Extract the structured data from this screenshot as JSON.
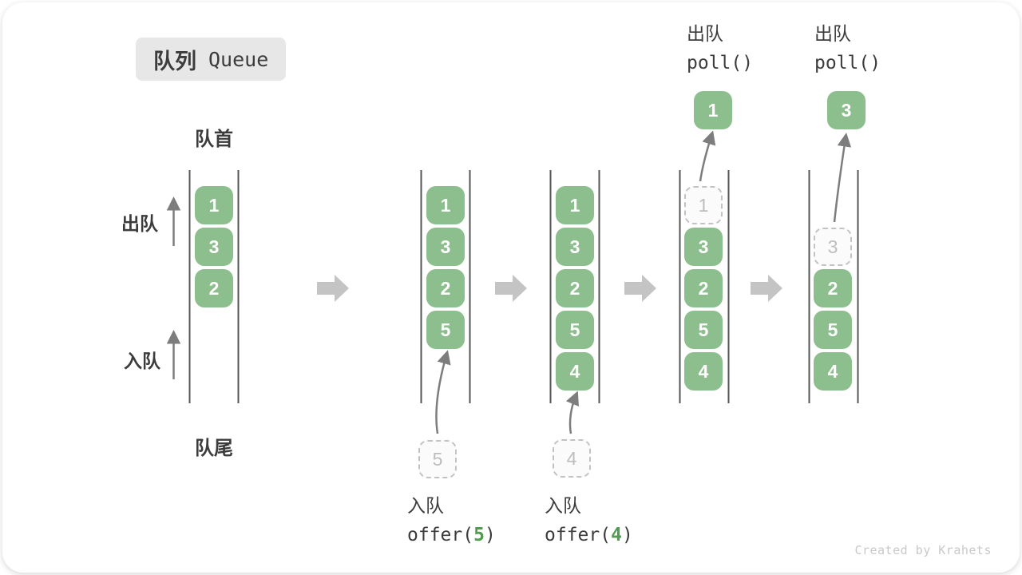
{
  "title": {
    "zh": "队列",
    "en": "Queue"
  },
  "labels": {
    "front": "队首",
    "rear": "队尾",
    "dequeue_side": "出队",
    "enqueue_side": "入队"
  },
  "steps": [
    {
      "queue": [
        "1",
        "3",
        "2"
      ]
    },
    {
      "queue": [
        "1",
        "3",
        "2",
        "5"
      ],
      "incoming": "5",
      "op_zh": "入队",
      "op_pre": "offer(",
      "op_arg": "5",
      "op_post": ")"
    },
    {
      "queue": [
        "1",
        "3",
        "2",
        "5",
        "4"
      ],
      "incoming": "4",
      "op_zh": "入队",
      "op_pre": "offer(",
      "op_arg": "4",
      "op_post": ")"
    },
    {
      "queue": [
        "3",
        "2",
        "5",
        "4"
      ],
      "removed": "1",
      "polled": "1",
      "op_zh": "出队",
      "op_code": "poll()"
    },
    {
      "queue": [
        "2",
        "5",
        "4"
      ],
      "removed": "3",
      "polled": "3",
      "op_zh": "出队",
      "op_code": "poll()"
    }
  ],
  "watermark": "Created by Krahets",
  "colors": {
    "green": "#8dbe8d",
    "arg-green": "#4f9b4f",
    "ink": "#3c3c3c",
    "muted": "#bdbdbd",
    "wall": "#555555",
    "block-arrow": "#c4c4c4",
    "thin-arrow": "#7d7d7d",
    "title-bg": "#e7e7e7",
    "watermark": "#c9c9c9"
  }
}
